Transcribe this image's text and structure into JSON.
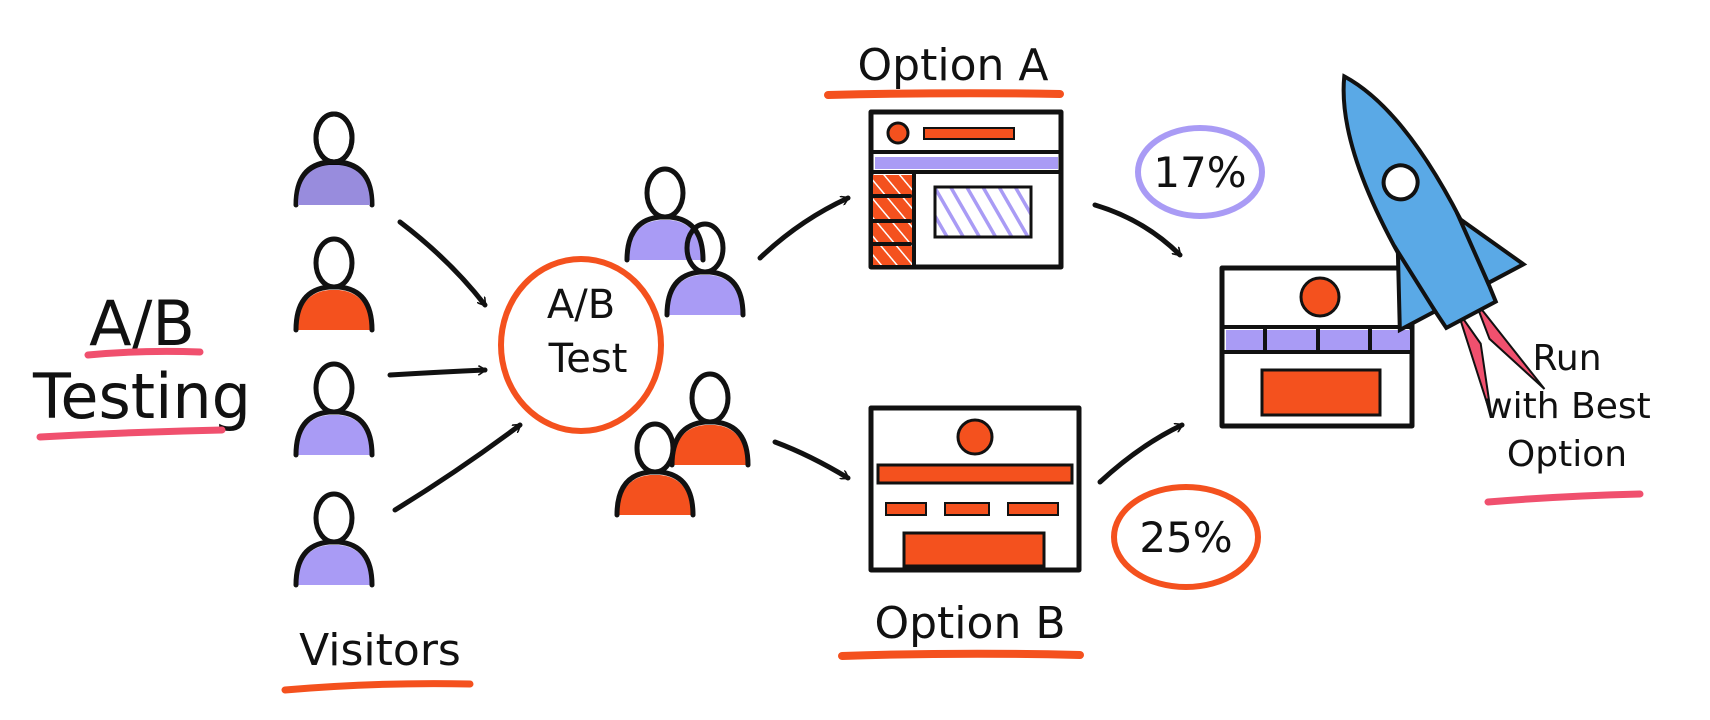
{
  "title": {
    "line1": "A/B",
    "line2": "Testing"
  },
  "visitors_label": "Visitors",
  "test_circle": {
    "line1": "A/B",
    "line2": "Test"
  },
  "option_a": {
    "label": "Option A",
    "rate": "17%"
  },
  "option_b": {
    "label": "Option B",
    "rate": "25%"
  },
  "result": {
    "line1": "Run",
    "line2": "with Best",
    "line3": "Option"
  },
  "colors": {
    "orange": "#f4511e",
    "purple": "#a99bf5",
    "blue": "#5aa9e6",
    "ink": "#111111",
    "underline": "#f0506e"
  }
}
